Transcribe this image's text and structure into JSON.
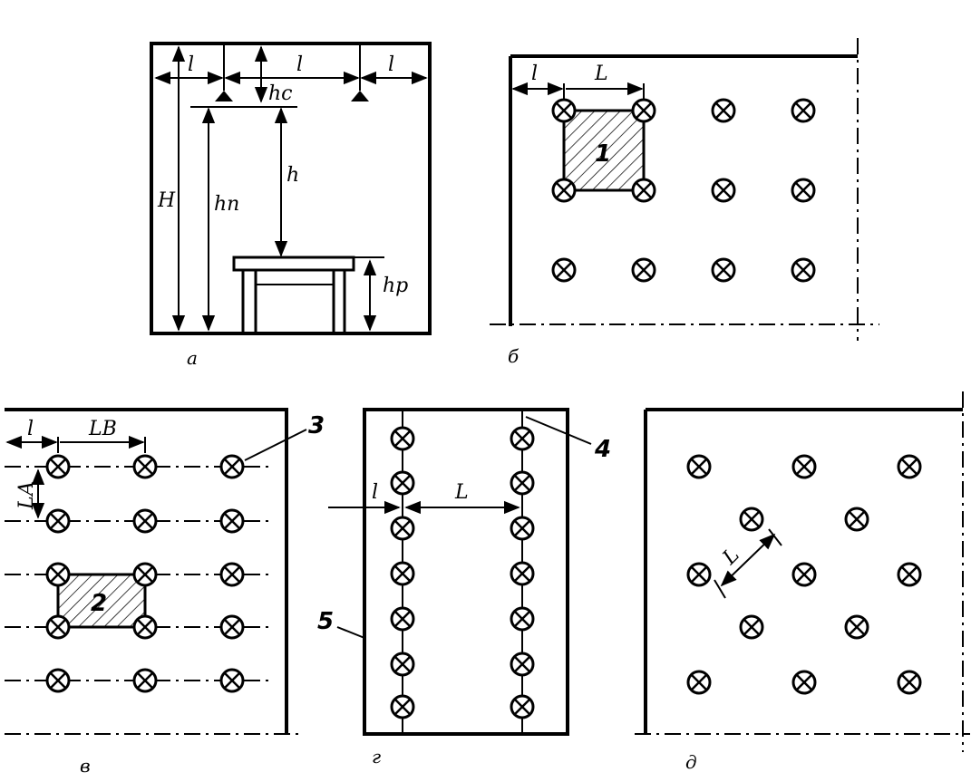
{
  "panels": {
    "a": {
      "caption": "а",
      "labels": {
        "l_left": "l",
        "l_mid": "l",
        "l_right": "l",
        "hc": "hс",
        "h": "h",
        "H": "H",
        "hn": "hп",
        "hp": "hр"
      }
    },
    "b": {
      "caption": "б",
      "labels": {
        "l": "l",
        "L": "L",
        "area": "1"
      }
    },
    "v": {
      "caption": "в",
      "labels": {
        "l": "l",
        "LB": "LВ",
        "LA": "LА",
        "area": "2",
        "callout": "3"
      }
    },
    "g": {
      "caption": "г",
      "labels": {
        "l": "l",
        "L": "L",
        "callout_top": "4",
        "callout_side": "5"
      }
    },
    "d": {
      "caption": "д",
      "labels": {
        "L": "L"
      }
    }
  },
  "icons": {
    "lamp": "lamp-cross-circle-icon"
  }
}
